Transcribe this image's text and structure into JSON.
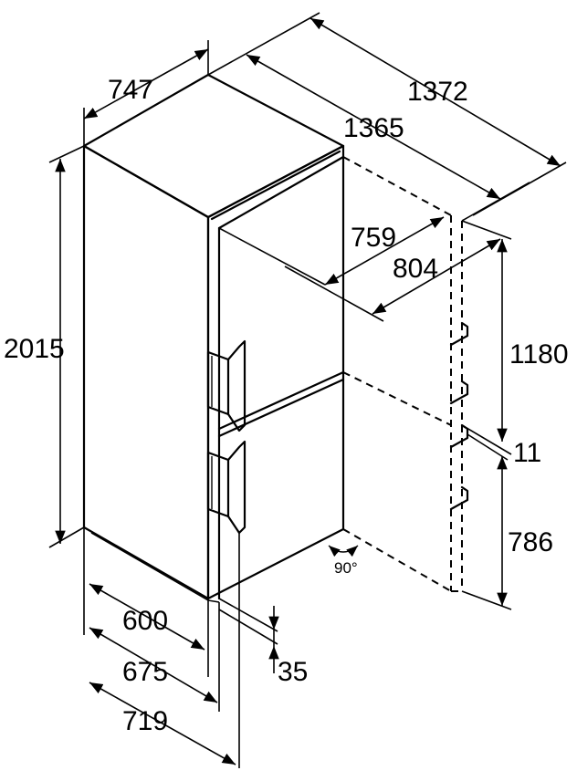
{
  "dimensions": {
    "d747": "747",
    "d1372": "1372",
    "d1365": "1365",
    "d759": "759",
    "d804": "804",
    "d2015": "2015",
    "d1180": "1180",
    "d11": "11",
    "d786": "786",
    "d600": "600",
    "d675": "675",
    "d719": "719",
    "d35": "35",
    "angle": "90°"
  }
}
